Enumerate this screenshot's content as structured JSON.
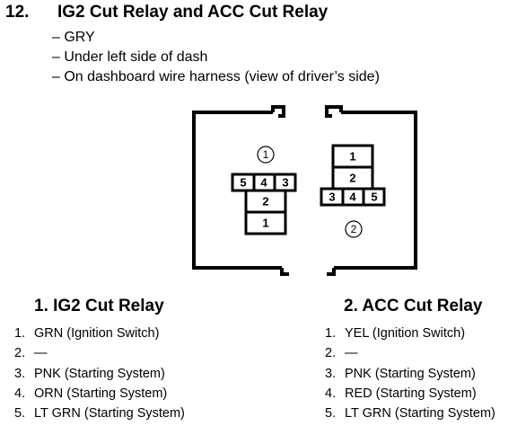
{
  "heading": {
    "number": "12.",
    "title": "IG2 Cut Relay and ACC Cut Relay"
  },
  "info": [
    "– GRY",
    "– Under left side of dash",
    "– On dashboard wire harness (view of driver’s side)"
  ],
  "connector": {
    "left": {
      "marker": "①",
      "row_top": [
        "5",
        "4",
        "3"
      ],
      "row_mid": "2",
      "row_bottom": "1"
    },
    "right": {
      "marker": "②",
      "row_top": "1",
      "row_mid": "2",
      "row_bottom": [
        "3",
        "4",
        "5"
      ]
    }
  },
  "relays": [
    {
      "title": "1. IG2 Cut Relay",
      "pins": [
        {
          "n": "1.",
          "text": "GRN (Ignition Switch)"
        },
        {
          "n": "2.",
          "text": "—"
        },
        {
          "n": "3.",
          "text": "PNK (Starting System)"
        },
        {
          "n": "4.",
          "text": "ORN (Starting System)"
        },
        {
          "n": "5.",
          "text": "LT GRN (Starting System)"
        }
      ]
    },
    {
      "title": "2. ACC Cut Relay",
      "pins": [
        {
          "n": "1.",
          "text": "YEL (Ignition Switch)"
        },
        {
          "n": "2.",
          "text": "—"
        },
        {
          "n": "3.",
          "text": "PNK (Starting System)"
        },
        {
          "n": "4.",
          "text": "RED (Starting System)"
        },
        {
          "n": "5.",
          "text": "LT GRN (Starting System)"
        }
      ]
    }
  ]
}
